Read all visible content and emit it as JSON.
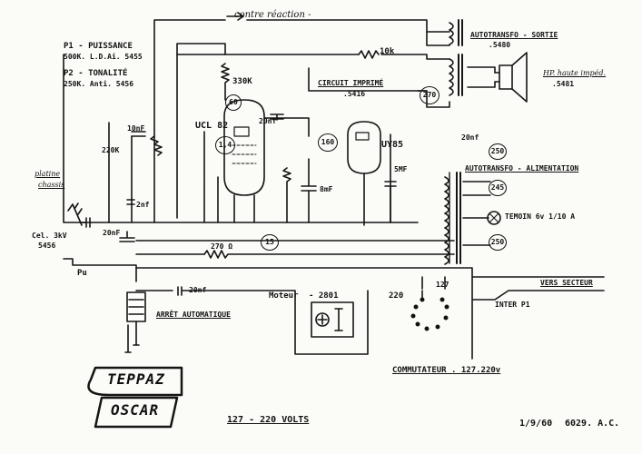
{
  "labels": {
    "contre_reaction": "contre réaction -",
    "p1_title": "P1 - PUISSANCE",
    "p1_ref": "500K. L.D.Ai. 5455",
    "p2_title": "P2 - TONALITÉ",
    "p2_ref": "250K. Anti. 5456",
    "autotransfo_sortie": "AUTOTRANSFO - SORTIE",
    "autotransfo_sortie_ref": ".5480",
    "hp": "HP. haute impéd.",
    "hp_ref": ".5481",
    "r_10k": "10k",
    "r_330k": "330K",
    "circuit_imprime": "CIRCUIT IMPRIMÉ",
    "circuit_imprime_ref": ".5416",
    "c_20nf_a": "20nf",
    "c_10nf": "10nF",
    "c_8mf": "8mF",
    "c_5mf": "5MF",
    "c_20nf_b": "20nF",
    "c_2nf": "2nf",
    "c_20nf_c": "20nf",
    "c_20nf_d": "20nf",
    "r_220k": "220K",
    "r_270": "270 Ω",
    "tube_ucl82": "UCL 82",
    "tube_uy85": "UY85",
    "autotransfo_alim": "AUTOTRANSFO - ALIMENTATION",
    "temoin": "TEMOIN 6v 1/10 A",
    "platine": "platine",
    "chassis": "chassis",
    "cell_ref": "Cel. 3kV",
    "cell_num": "5456",
    "pu": "Pu",
    "arret": "ARRÊT AUTOMATIQUE",
    "moteur": "Moteur",
    "moteur_ref": "- 2801",
    "v220": "220",
    "v127": "127",
    "vers_secteur": "VERS SECTEUR",
    "inter_p1": "INTER P1",
    "commutateur": "COMMUTATEUR . 127.220v",
    "volts": "127 - 220 VOLTS",
    "date": "1/9/60",
    "ref": "6029. A.C.",
    "brand_top": "TEPPAZ",
    "brand_bottom": "OSCAR",
    "plus": "+"
  },
  "test_points": [
    "60",
    "1,4",
    "160",
    "270",
    "250",
    "245",
    "250",
    "15"
  ]
}
